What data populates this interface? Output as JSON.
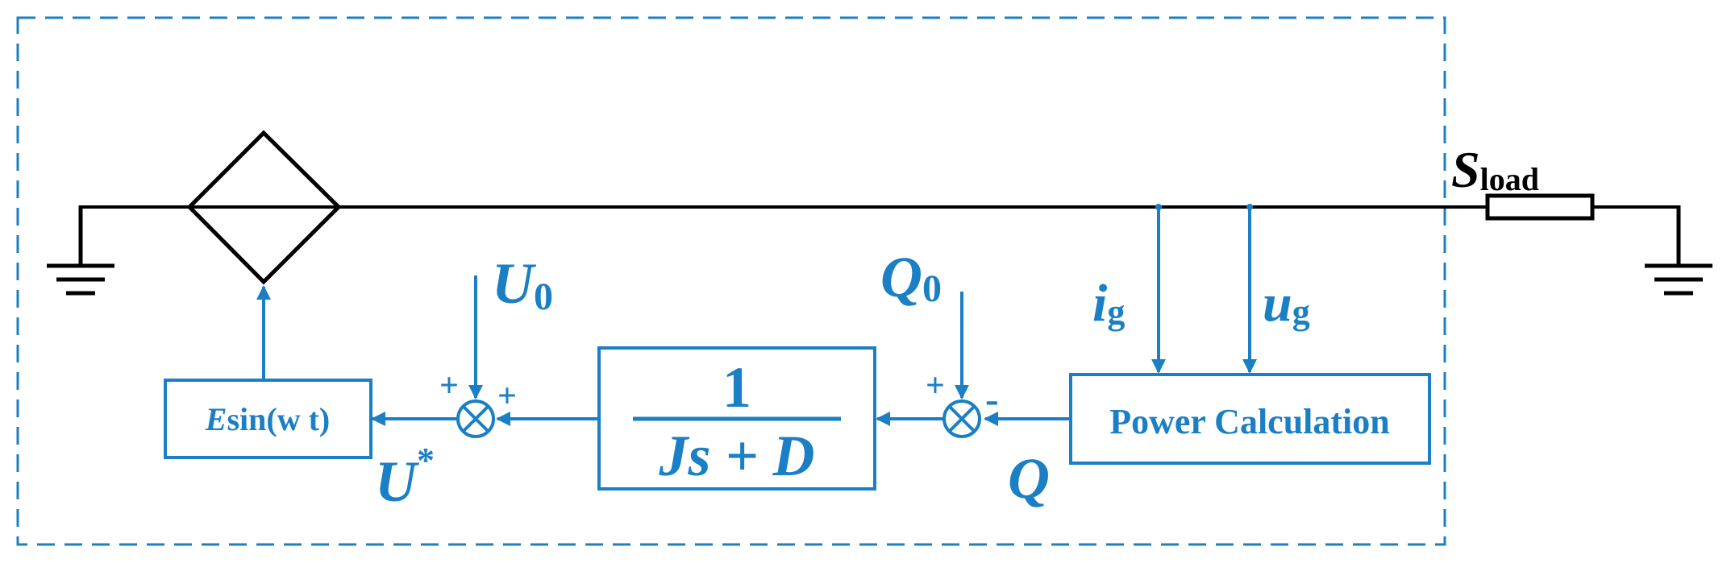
{
  "colors": {
    "signal": "#1a7fc4",
    "power_line": "#000000",
    "frame": "#1a7fc4"
  },
  "labels": {
    "load_main": "S",
    "load_sub": "load",
    "ig_main": "i",
    "ig_sub": "g",
    "ug_main": "u",
    "ug_sub": "g",
    "u0_main": "U",
    "u0_sub": "0",
    "q0_main": "Q",
    "q0_sub": "0",
    "q": "Q",
    "u_star_main": "U",
    "u_star_sup": "*",
    "power_calc": "Power Calculation",
    "tf_num": "1",
    "tf_den": "Js + D",
    "esin_e": "E",
    "esin_rest": "sin(w t)",
    "sum1_left": "+",
    "sum1_right": "+",
    "sum2_left": "+",
    "sum2_right": "-"
  }
}
